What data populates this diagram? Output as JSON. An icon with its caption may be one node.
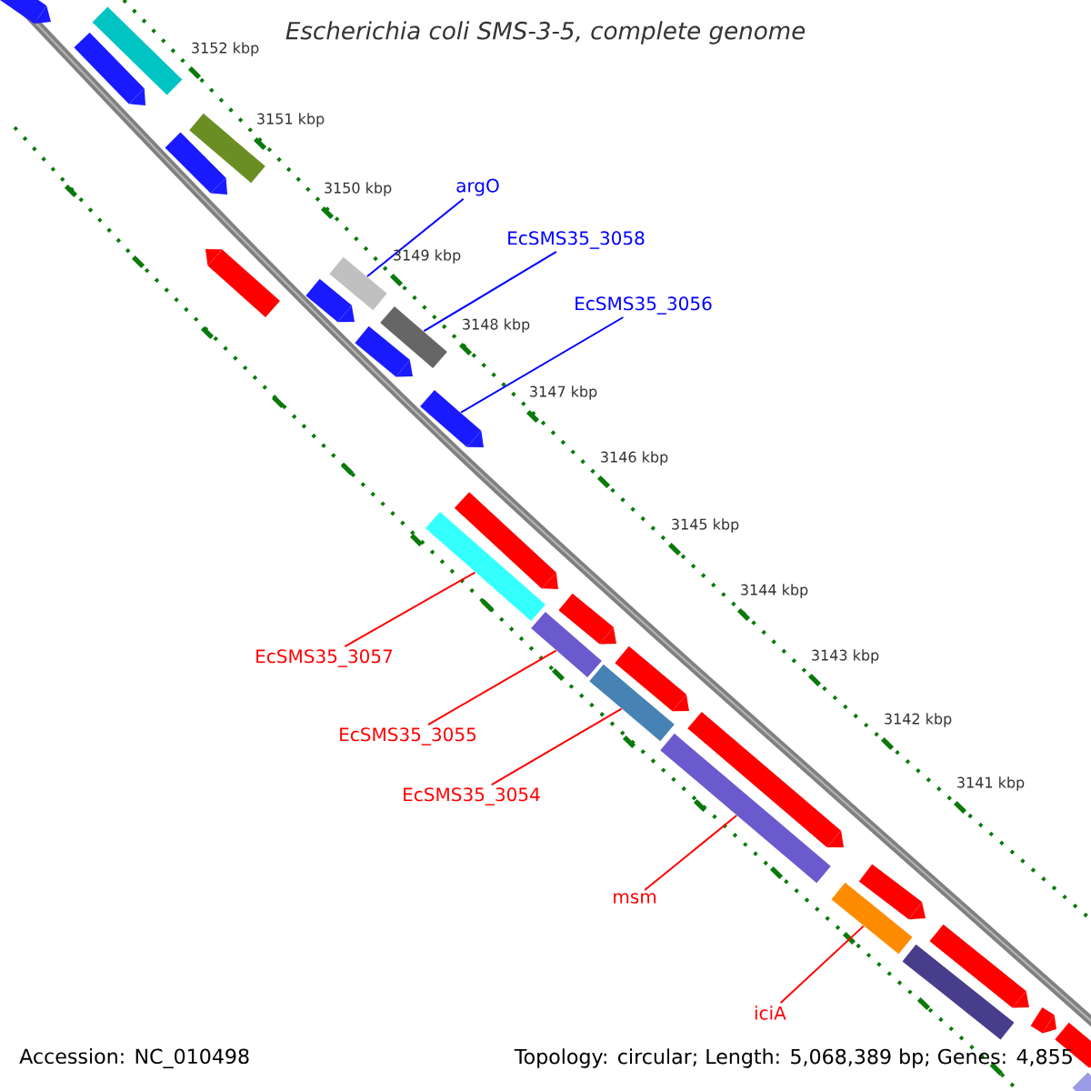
{
  "diagram": {
    "title": "Escherichia coli SMS-3-5, complete genome",
    "nodes": [
      {
        "text": [
          "argO"
        ]
      },
      {
        "text": [
          "EcSMS35_3058"
        ]
      },
      {
        "text": [
          "EcSMS35_3056"
        ]
      },
      {
        "text": [
          "EcSMS35_3057"
        ]
      },
      {
        "text": [
          "EcSMS35_3055"
        ]
      },
      {
        "text": [
          "EcSMS35_3054"
        ]
      },
      {
        "text": [
          "msm"
        ]
      },
      {
        "text": [
          "iciA"
        ]
      },
      {
        "text": [],
        "shape": "bar"
      },
      {
        "text": [],
        "shape": "bar"
      },
      {
        "text": [],
        "shape": "bar"
      },
      {
        "text": [],
        "shape": "bar"
      },
      {
        "text": [],
        "shape": "bar"
      },
      {
        "text": [],
        "shape": "bar"
      },
      {
        "text": [],
        "shape": "bar"
      },
      {
        "text": [],
        "shape": "bar"
      },
      {
        "text": [],
        "shape": "bar"
      },
      {
        "text": [],
        "shape": "bar"
      },
      {
        "text": [],
        "shape": "bar"
      },
      {
        "text": [],
        "shape": "bar"
      },
      {
        "text": [],
        "shape": "bar"
      },
      {
        "text": [],
        "shape": "bar"
      },
      {
        "text": [],
        "shape": "bar"
      },
      {
        "text": [],
        "shape": "bar"
      },
      {
        "text": [],
        "shape": "bar"
      },
      {
        "text": [],
        "shape": "bar"
      },
      {
        "text": [],
        "shape": "bar"
      },
      {
        "text": [],
        "shape": "bar"
      },
      {
        "text": [],
        "shape": "bar"
      },
      {
        "text": [],
        "shape": "bar"
      },
      {
        "text": [],
        "shape": "bar"
      },
      {
        "text": [],
        "shape": "bar"
      },
      {
        "text": [],
        "shape": "bar"
      },
      {
        "text": [],
        "shape": "bar"
      }
    ],
    "edges": [
      {
        "from": 0,
        "to": 14,
        "arrow": "none",
        "color": "#0000ff"
      },
      {
        "from": 1,
        "to": 16,
        "arrow": "none",
        "color": "#0000ff"
      },
      {
        "from": 2,
        "to": 18,
        "arrow": "none",
        "color": "#0000ff"
      },
      {
        "from": 3,
        "to": 20,
        "arrow": "none"
      },
      {
        "from": 4,
        "to": 22,
        "arrow": "none"
      },
      {
        "from": 5,
        "to": 24,
        "arrow": "none"
      },
      {
        "from": 6,
        "to": 26,
        "arrow": "none"
      },
      {
        "from": 7,
        "to": 28,
        "arrow": "none"
      }
    ],
    "labels": [
      "3152 kbp",
      "3151 kbp",
      "3150 kbp",
      "3149 kbp",
      "3148 kbp",
      "3147 kbp",
      "3146 kbp",
      "3145 kbp",
      "3144 kbp",
      "3143 kbp",
      "3142 kbp",
      "3141 kbp",
      "Accession: NC_010498",
      "Topology: circular; Length: 5,068,389 bp; Genes: 4,855"
    ]
  }
}
